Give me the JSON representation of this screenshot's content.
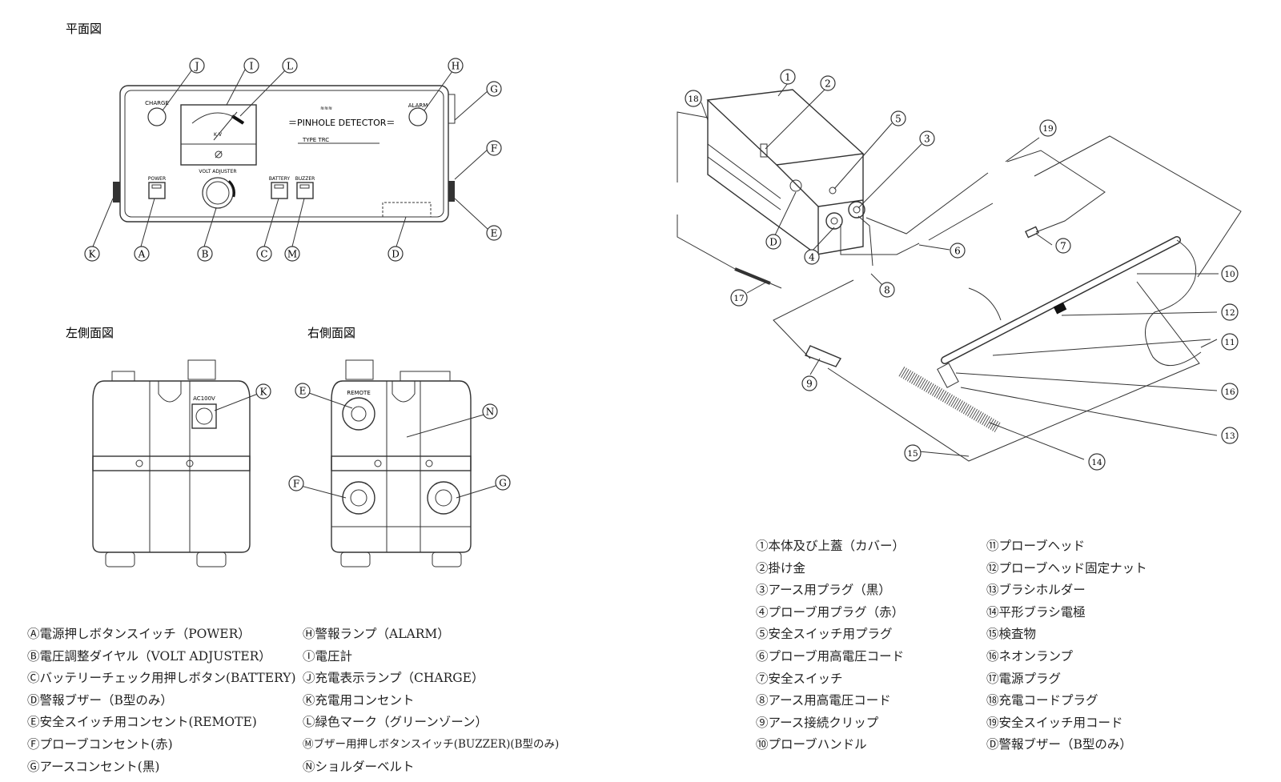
{
  "views": {
    "plan": "平面図",
    "left_side": "左側面図",
    "right_side": "右側面図"
  },
  "panel": {
    "title": "＝PINHOLE DETECTOR＝",
    "model": "TYPE TRC",
    "charge": "CHARGE",
    "alarm": "ALARM",
    "power": "POWER",
    "volt_adjuster": "VOLT ADJUSTER",
    "battery": "BATTERY",
    "buzzer": "BUZZER",
    "meter_unit": "K V",
    "ac100v": "AC100V",
    "remote": "REMOTE"
  },
  "callouts_plan": {
    "J": "J",
    "I": "I",
    "L": "L",
    "H": "H",
    "G": "G",
    "F": "F",
    "E": "E",
    "K": "K",
    "A": "A",
    "B": "B",
    "C": "C",
    "M": "M",
    "D": "D"
  },
  "callouts_side": {
    "K": "K",
    "E": "E",
    "N": "N",
    "F": "F",
    "G": "G"
  },
  "callouts_iso": {
    "n1": "1",
    "n2": "2",
    "n3": "3",
    "n4": "4",
    "n5": "5",
    "n6": "6",
    "n7": "7",
    "n8": "8",
    "n9": "9",
    "n10": "10",
    "n11": "11",
    "n12": "12",
    "n13": "13",
    "n14": "14",
    "n15": "15",
    "n16": "16",
    "n17": "17",
    "n18": "18",
    "n19": "19",
    "D": "D"
  },
  "legend_left": [
    "Ⓐ電源押しボタンスイッチ（POWER）",
    "Ⓑ電圧調整ダイヤル（VOLT ADJUSTER）",
    "Ⓒバッテリーチェック用押しボタン(BATTERY)",
    "Ⓓ警報ブザー（B型のみ）",
    "Ⓔ安全スイッチ用コンセント(REMOTE)",
    "Ⓕプローブコンセント(赤)",
    "Ⓖアースコンセント(黒)"
  ],
  "legend_mid": [
    "Ⓗ警報ランプ（ALARM）",
    "Ⓘ電圧計",
    "Ⓙ充電表示ランプ（CHARGE）",
    "Ⓚ充電用コンセント",
    "Ⓛ緑色マーク（グリーンゾーン）",
    "Ⓜブザー用押しボタンスイッチ(BUZZER)(B型のみ)",
    "Ⓝショルダーベルト"
  ],
  "legend_r1": [
    "①本体及び上蓋（カバー）",
    "②掛け金",
    "③アース用プラグ（黒）",
    "④プローブ用プラグ（赤）",
    "⑤安全スイッチ用プラグ",
    "⑥プローブ用高電圧コード",
    "⑦安全スイッチ",
    "⑧アース用高電圧コード",
    "⑨アース接続クリップ",
    "⑩プローブハンドル"
  ],
  "legend_r2": [
    "⑪プローブヘッド",
    "⑫プローブヘッド固定ナット",
    "⑬ブラシホルダー",
    "⑭平形ブラシ電極",
    "⑮検査物",
    "⑯ネオンランプ",
    "⑰電源プラグ",
    "⑱充電コードプラグ",
    "⑲安全スイッチ用コード",
    "Ⓓ警報ブザー（B型のみ）"
  ]
}
